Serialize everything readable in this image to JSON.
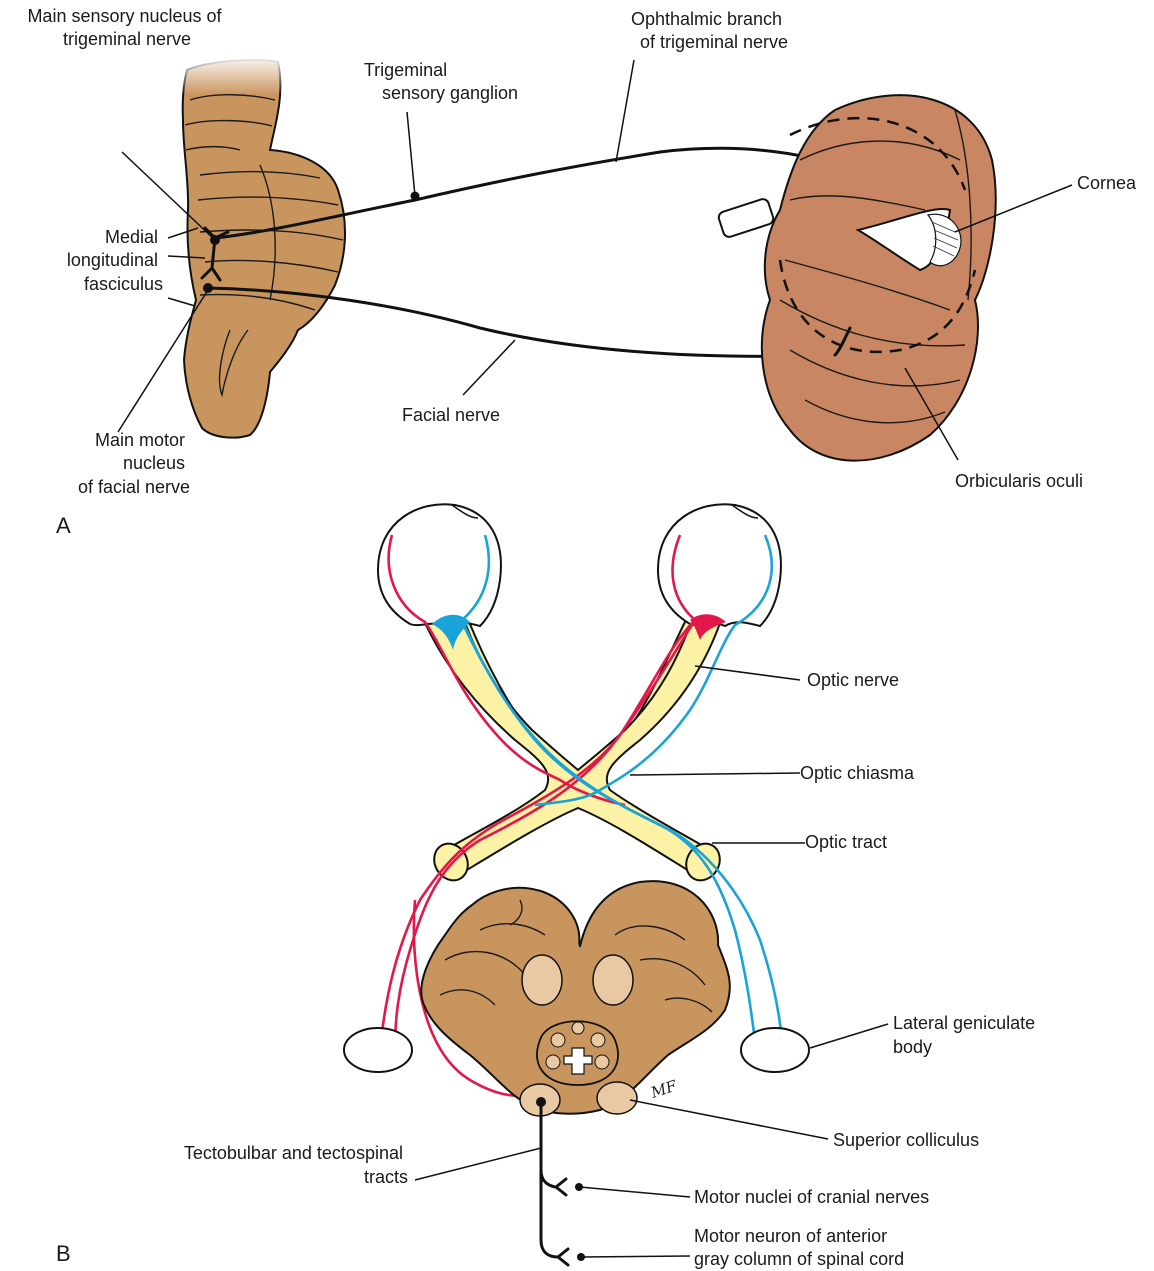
{
  "panels": {
    "a": "A",
    "b": "B"
  },
  "labels": {
    "main_sensory_nucleus": [
      "Main sensory nucleus of",
      "trigeminal nerve"
    ],
    "trigeminal_ganglion": [
      "Trigeminal",
      "sensory ganglion"
    ],
    "ophthalmic_branch": [
      "Ophthalmic branch",
      "of trigeminal nerve"
    ],
    "cornea": [
      "Cornea"
    ],
    "medial_longitudinal_fasciculus": [
      "Medial",
      "longitudinal",
      "fasciculus"
    ],
    "facial_nerve": [
      "Facial nerve"
    ],
    "main_motor_nucleus": [
      "Main motor",
      "nucleus",
      "of facial nerve"
    ],
    "orbicularis_oculi": [
      "Orbicularis oculi"
    ],
    "optic_nerve": [
      "Optic nerve"
    ],
    "optic_chiasma": [
      "Optic chiasma"
    ],
    "optic_tract": [
      "Optic tract"
    ],
    "lateral_geniculate_body": [
      "Lateral geniculate",
      "body"
    ],
    "tectobulbar_tracts": [
      "Tectobulbar and tectospinal",
      "tracts"
    ],
    "superior_colliculus": [
      "Superior colliculus"
    ],
    "motor_nuclei_cranial": [
      "Motor nuclei of cranial nerves"
    ],
    "motor_neuron_anterior": [
      "Motor neuron of anterior",
      "gray column of spinal cord"
    ]
  },
  "signature": "MF",
  "colors": {
    "brainstem": "#c9955e",
    "muscle": "#c98663",
    "optic_pathway": "#fbf2a6",
    "left_fibers": "#e3174a",
    "right_fibers": "#1aa3d9",
    "nucleus": "#e9c9a3"
  }
}
